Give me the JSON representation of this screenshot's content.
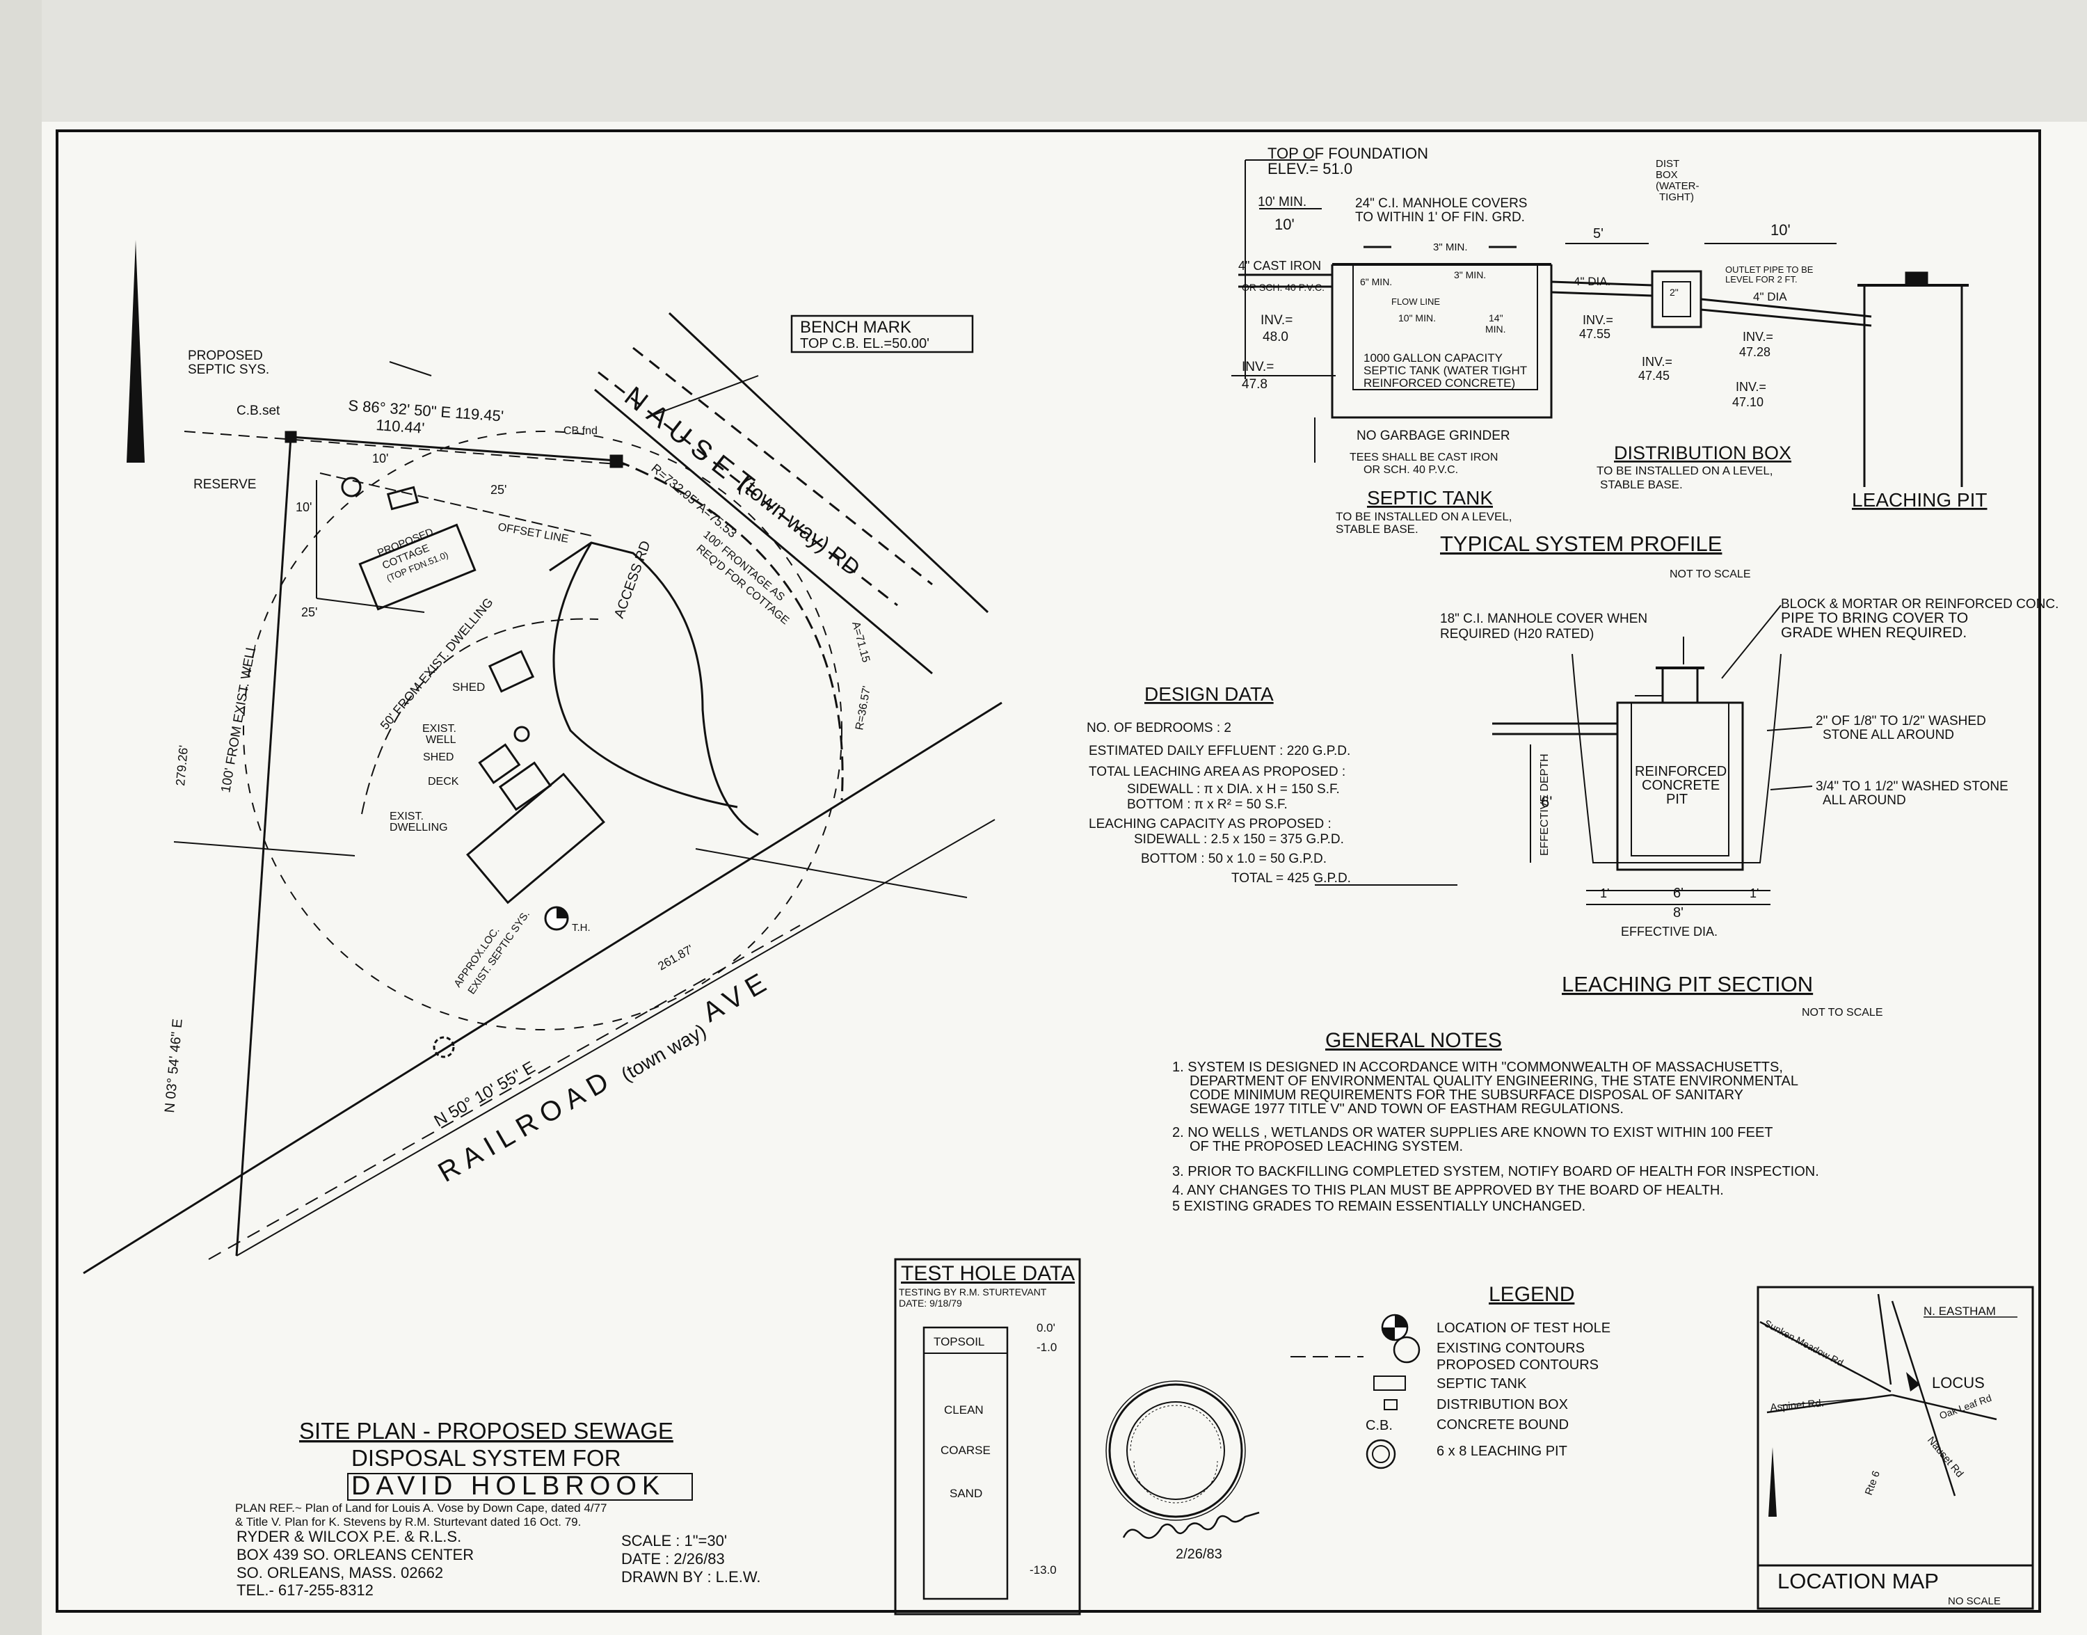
{
  "site_plan": {
    "bench_mark": {
      "title": "BENCH MARK",
      "detail": "TOP C.B. EL.=50.00'"
    },
    "proposed_septic_sys": [
      "PROPOSED",
      "SEPTIC SYS."
    ],
    "cb_set": "C.B.set",
    "cb_fnd": "CB fnd",
    "reserve": "RESERVE",
    "bearing_north": "S 86° 32' 50\" E  119.45'",
    "distance_north": "110.44'",
    "offset_line": "OFFSET LINE",
    "proposed_cottage": [
      "PROPOSED",
      "COTTAGE",
      "(TOP FDN.51.0)"
    ],
    "dim_10_a": "10'",
    "dim_10_b": "10'",
    "dim_25_a": "25'",
    "dim_25_b": "25'",
    "road_nauset": "NAUSET",
    "road_nauset_sub": "(town way) RD",
    "curve_1": "R=732.95'  A=75.53",
    "frontage": [
      "100' FRONTAGE AS",
      "REQ'D FOR COTTAGE"
    ],
    "access_rd": "ACCESS RD",
    "curve_2": "A=71.15",
    "curve_3": "R=36.57'",
    "from_exist_dwelling": "50' FROM EXIST. DWELLING",
    "from_exist_well": "100' FROM EXIST. WELL",
    "shed": "SHED",
    "exist_well": [
      "EXIST.",
      "WELL"
    ],
    "shed_2": "SHED",
    "deck": "DECK",
    "exist_dwelling": [
      "EXIST.",
      "DWELLING"
    ],
    "approx_loc": [
      "APPROX.LOC.",
      "EXIST. SEPTIC SYS."
    ],
    "test_hole_tag": "T.H.",
    "distance_west": "279.26'",
    "bearing_west": "N 03° 54' 46\" E",
    "bearing_south": "N 50° 10' 55\" E",
    "distance_south": "261.87'",
    "road_railroad": "RAILROAD",
    "road_railroad_sub": "(town way)",
    "road_railroad_ave": "AVE"
  },
  "profile": {
    "top_of_foundation": [
      "TOP OF FOUNDATION",
      "ELEV.= 51.0"
    ],
    "ten_min": "10' MIN.",
    "ten": "10'",
    "manhole_covers": [
      "24\" C.I. MANHOLE COVERS",
      "TO WITHIN 1' OF FIN. GRD."
    ],
    "three_min": "3\" MIN.",
    "six_min": "6\" MIN.",
    "three_min_b": "3\" MIN.",
    "flow_line": "FLOW LINE",
    "ten_in_min": "10\" MIN.",
    "fourteen_min": [
      "14\"",
      "MIN."
    ],
    "cast_iron": "4\" CAST IRON",
    "sch40": "OR SCH. 40 P.V.C.",
    "inv_480": [
      "INV.=",
      "48.0"
    ],
    "inv_478": [
      "INV.=",
      "47.8"
    ],
    "tank_text": [
      "1000 GALLON CAPACITY",
      "SEPTIC TANK (WATER TIGHT",
      "REINFORCED CONCRETE)"
    ],
    "no_garbage": "NO GARBAGE GRINDER",
    "tees": [
      "TEES SHALL BE CAST IRON",
      "OR SCH. 40 P.V.C."
    ],
    "septic_tank_title": "SEPTIC TANK",
    "septic_tank_note": [
      "TO BE INSTALLED ON A LEVEL,",
      "STABLE BASE."
    ],
    "five": "5'",
    "four_dia": "4\" DIA.",
    "inv_4755": [
      "INV.=",
      "47.55"
    ],
    "dist_box": [
      "DIST",
      "BOX",
      "(WATER-",
      "TIGHT)"
    ],
    "two_in": "2\"",
    "inv_4745": [
      "INV.=",
      "47.45"
    ],
    "ten_b": "10'",
    "outlet_pipe": [
      "OUTLET PIPE TO BE",
      "LEVEL FOR 2 FT."
    ],
    "four_dia_b": "4\" DIA",
    "inv_4728": [
      "INV.=",
      "47.28"
    ],
    "inv_4710": [
      "INV.=",
      "47.10"
    ],
    "dist_box_title": "DISTRIBUTION BOX",
    "dist_box_note": [
      "TO BE INSTALLED ON A LEVEL,",
      "STABLE BASE."
    ],
    "leaching_pit": "LEACHING PIT",
    "title": "TYPICAL SYSTEM PROFILE",
    "not_to_scale": "NOT TO SCALE"
  },
  "pit_section": {
    "manhole_cover": [
      "18\" C.I. MANHOLE COVER WHEN",
      "REQUIRED (H20 RATED)"
    ],
    "block_mortar": [
      "BLOCK & MORTAR OR REINFORCED CONC.",
      "PIPE TO BRING COVER TO",
      "GRADE WHEN REQUIRED."
    ],
    "washed_stone": [
      "2\" OF 1/8\" TO 1/2\" WASHED",
      "STONE ALL AROUND"
    ],
    "reinforced": [
      "REINFORCED",
      "CONCRETE",
      "PIT"
    ],
    "stone_34": [
      "3/4\" TO 1 1/2\" WASHED STONE",
      "ALL AROUND"
    ],
    "effective_depth": "EFFECTIVE DEPTH",
    "depth_6": "6'",
    "width_6": "6'",
    "one_a": "1'",
    "one_b": "1'",
    "width_8": "8'",
    "effective_dia": "EFFECTIVE DIA.",
    "title": "LEACHING PIT SECTION",
    "not_to_scale": "NOT TO SCALE"
  },
  "design_data": {
    "title": "DESIGN DATA",
    "lines": [
      "NO. OF BEDROOMS : 2",
      "ESTIMATED DAILY EFFLUENT : 220 G.P.D.",
      "TOTAL LEACHING AREA AS PROPOSED :",
      "SIDEWALL :   π x DIA. x H = 150 S.F.",
      "BOTTOM :    π x R² = 50 S.F.",
      "LEACHING CAPACITY AS PROPOSED :",
      "SIDEWALL : 2.5 x 150 = 375 G.P.D.",
      "BOTTOM : 50 x 1.0 = 50 G.P.D.",
      "TOTAL  =  425 G.P.D."
    ]
  },
  "general_notes": {
    "title": "GENERAL NOTES",
    "lines": [
      "1. SYSTEM IS DESIGNED IN ACCORDANCE WITH \"COMMONWEALTH OF MASSACHUSETTS,",
      "DEPARTMENT OF ENVIRONMENTAL QUALITY ENGINEERING, THE STATE ENVIRONMENTAL",
      "CODE MINIMUM REQUIREMENTS FOR THE SUBSURFACE DISPOSAL OF SANITARY",
      "SEWAGE 1977 TITLE V\" AND TOWN OF EASTHAM REGULATIONS.",
      "2. NO WELLS , WETLANDS OR WATER SUPPLIES ARE KNOWN TO EXIST WITHIN 100 FEET",
      "OF THE PROPOSED LEACHING SYSTEM.",
      "3. PRIOR TO BACKFILLING COMPLETED SYSTEM, NOTIFY BOARD OF HEALTH FOR INSPECTION.",
      "4. ANY CHANGES TO THIS PLAN MUST BE APPROVED BY THE BOARD OF HEALTH.",
      "5  EXISTING GRADES TO REMAIN ESSENTIALLY UNCHANGED."
    ]
  },
  "test_hole": {
    "title": "TEST HOLE DATA",
    "testing": "TESTING BY R.M. STURTEVANT",
    "date": "DATE: 9/18/79",
    "topsoil": "TOPSOIL",
    "d00": "0.0'",
    "d10": "-1.0",
    "clean": "CLEAN",
    "coarse": "COARSE",
    "sand": "SAND",
    "d130": "-13.0"
  },
  "legend": {
    "title": "LEGEND",
    "items": [
      "LOCATION OF TEST HOLE",
      "EXISTING CONTOURS",
      "PROPOSED CONTOURS",
      "SEPTIC TANK",
      "DISTRIBUTION BOX",
      "CONCRETE BOUND",
      "6 x 8  LEACHING PIT"
    ],
    "cb_symbol": "C.B."
  },
  "location_map": {
    "n_eastham": "N. EASTHAM",
    "sunken_meadow": "Sunken Meadow Rd",
    "aspinet": "Aspinet Rd.",
    "locus": "LOCUS",
    "oak_leaf": "Oak Leaf Rd",
    "rte6": "Rte 6",
    "nauset": "Nauset Rd",
    "title": "LOCATION MAP",
    "no_scale": "NO SCALE"
  },
  "title_block": {
    "line1": "SITE PLAN - PROPOSED SEWAGE",
    "line2": "DISPOSAL SYSTEM FOR",
    "line3": "DAVID  HOLBROOK",
    "plan_ref_1": "PLAN REF.~ Plan of Land for Louis A. Vose by Down Cape, dated 4/77",
    "plan_ref_2": "& Title V. Plan for K. Stevens by R.M. Sturtevant dated 16 Oct. 79.",
    "firm": "RYDER  &  WILCOX  P.E. & R.L.S.",
    "box": "BOX 439   SO. ORLEANS CENTER",
    "city": "SO. ORLEANS, MASS. 02662",
    "tel": "TEL.- 617-255-8312",
    "scale": "SCALE : 1\"=30'",
    "date": "DATE : 2/26/83",
    "drawn": "DRAWN BY : L.E.W."
  },
  "signature": {
    "date": "2/26/83"
  }
}
